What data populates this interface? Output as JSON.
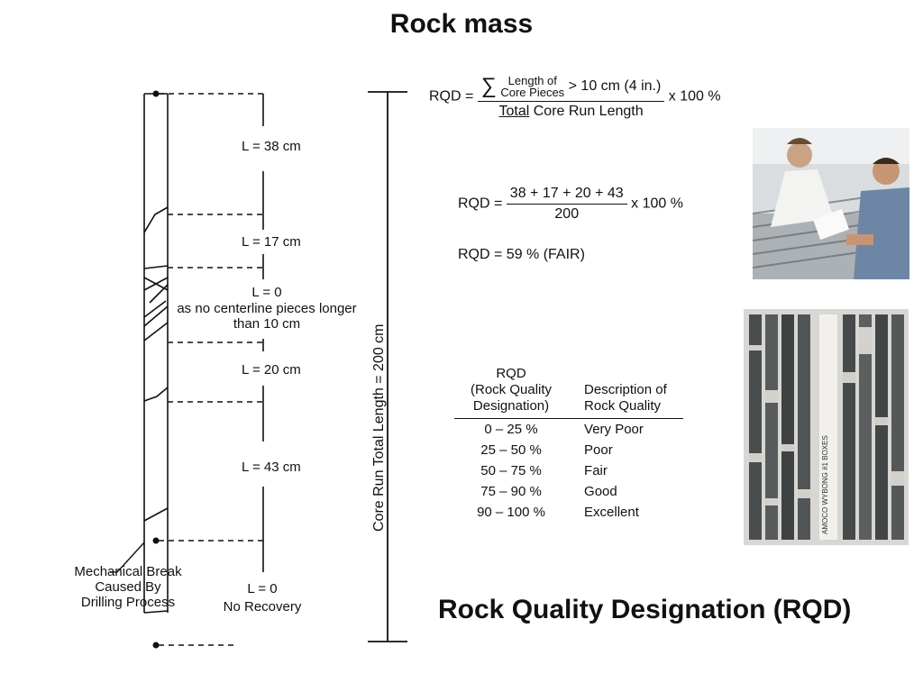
{
  "title": "Rock mass",
  "footer_title": "Rock Quality Designation (RQD)",
  "core_diagram": {
    "pieces": [
      {
        "label": "L = 38 cm"
      },
      {
        "label": "L = 17 cm"
      },
      {
        "label": "L = 0",
        "note": "as no centerline pieces longer than 10 cm"
      },
      {
        "label": "L = 20 cm"
      },
      {
        "label": "L = 43 cm"
      },
      {
        "label": "L = 0",
        "note": "No Recovery"
      }
    ],
    "break_annotation": "Mechanical Break Caused By Drilling Process",
    "total_length_label": "Core Run Total Length = 200 cm"
  },
  "formula": {
    "lhs": "RQD =",
    "sigma": "∑",
    "numerator_line1": "Length of",
    "numerator_line2": "Core Pieces",
    "numerator_cond": "> 10 cm (4 in.)",
    "denominator_under": "Total",
    "denominator_rest": "Core Run Length",
    "multiplier": "x 100 %"
  },
  "example": {
    "lhs": "RQD =",
    "numerator": "38 + 17 + 20 + 43",
    "denominator": "200",
    "multiplier": "x 100 %",
    "result": "RQD = 59 % (FAIR)"
  },
  "table": {
    "header_col1_l1": "RQD",
    "header_col1_l2": "(Rock Quality",
    "header_col1_l3": "Designation)",
    "header_col2_l1": "Description of",
    "header_col2_l2": "Rock Quality",
    "rows": [
      {
        "range": "0 – 25 %",
        "desc": "Very Poor"
      },
      {
        "range": "25 – 50 %",
        "desc": "Poor"
      },
      {
        "range": "50 – 75 %",
        "desc": "Fair"
      },
      {
        "range": "75 – 90 %",
        "desc": "Good"
      },
      {
        "range": "90 – 100 %",
        "desc": "Excellent"
      }
    ]
  },
  "core_box_label": "AMOCO WYBONG #1 BOXES"
}
